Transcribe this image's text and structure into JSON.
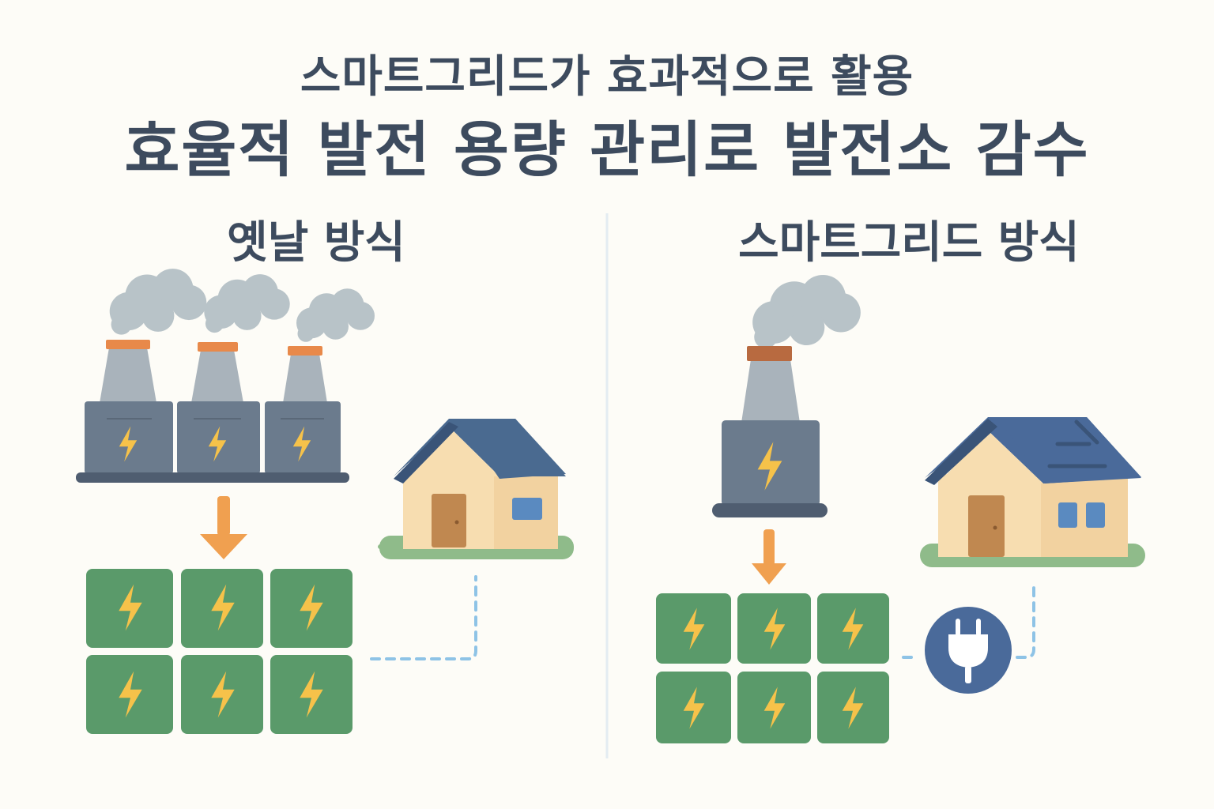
{
  "header": {
    "subtitle": "스마트그리드가 효과적으로 활용",
    "title": "효율적 발전 용량 관리로 발전소 감수"
  },
  "left_panel": {
    "title": "옛날 방식",
    "power_plants": 3,
    "storage_cells": 6
  },
  "right_panel": {
    "title": "스마트그리드 방식",
    "power_plants": 1,
    "storage_cells": 6
  },
  "colors": {
    "text": "#3d4b5e",
    "smoke": "#b8c3c8",
    "plant_body": "#6b7b8d",
    "chimney": "#a9b3bb",
    "chimney_cap": "#e8894a",
    "storage": "#5a9a6a",
    "bolt": "#f6c24a",
    "arrow": "#f0a050",
    "roof": "#4a6a90",
    "wall": "#f7ddb0",
    "door": "#c08850",
    "grass": "#8fbb8a",
    "dashed_line": "#8ec3e6",
    "plug_circle": "#4a6a9a"
  }
}
